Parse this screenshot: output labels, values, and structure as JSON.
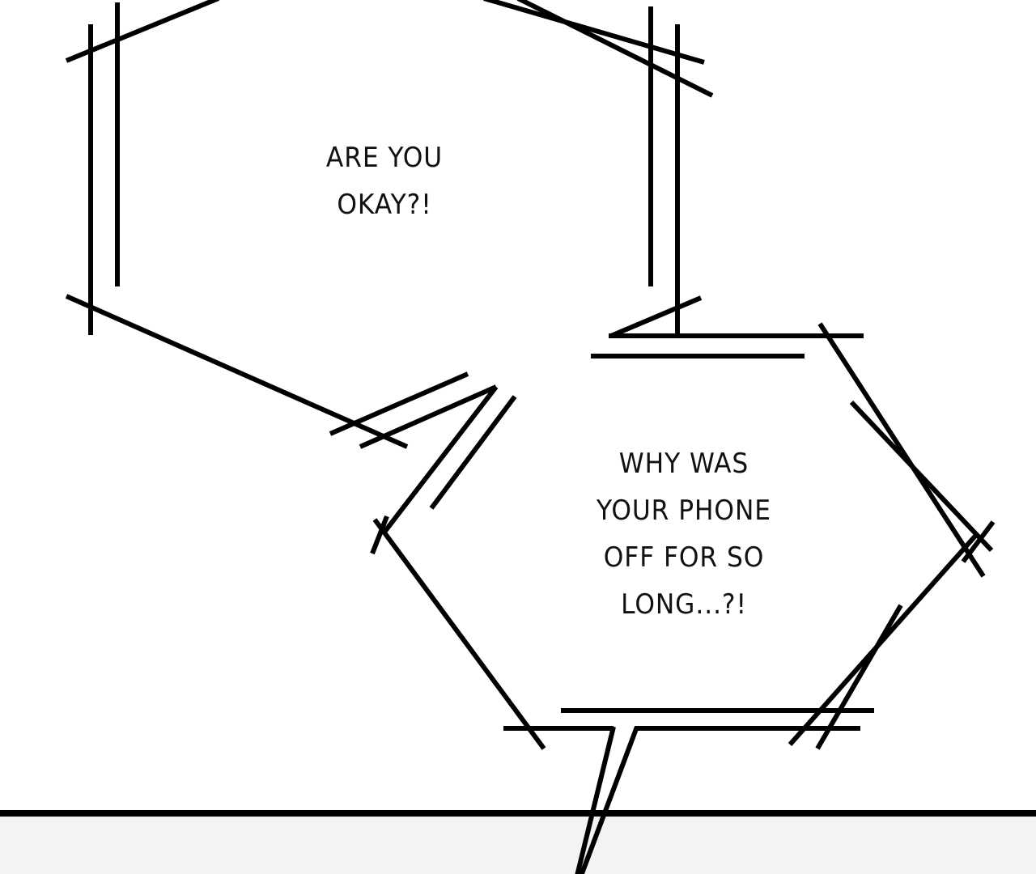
{
  "panel": {
    "bubble_1": {
      "lines": [
        "ARE YOU",
        "OKAY?!"
      ]
    },
    "bubble_2": {
      "lines": [
        "WHY WAS",
        "YOUR PHONE",
        "OFF FOR SO",
        "LONG...?!"
      ]
    }
  },
  "colors": {
    "ink": "#000000",
    "paper": "#ffffff",
    "strip": "#f3f3f3"
  }
}
